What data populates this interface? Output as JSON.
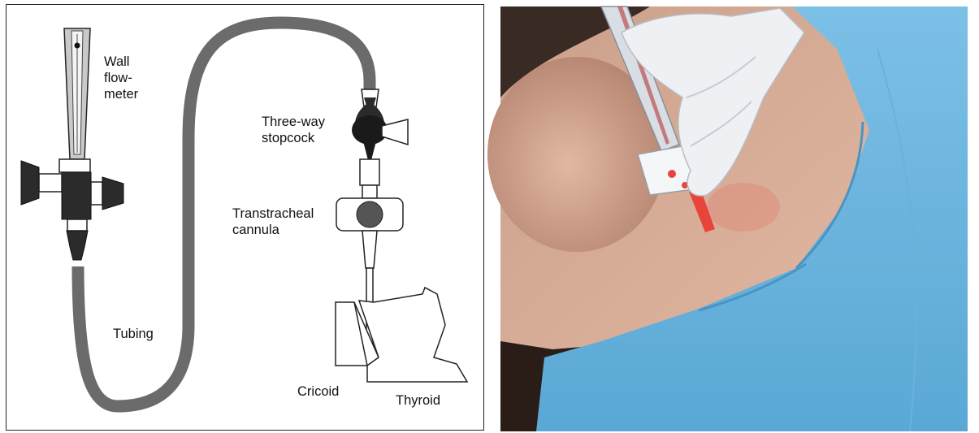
{
  "labels": {
    "wall_flowmeter": "Wall\nflow-\nmeter",
    "three_way_stopcock": "Three-way\nstopcock",
    "transtracheal_cannula": "Transtracheal\ncannula",
    "tubing": "Tubing",
    "cricoid": "Cricoid",
    "thyroid": "Thyroid"
  },
  "colors": {
    "tubing": "#6b6b6b",
    "device_dark": "#2b2b2b",
    "shirt": "#6fb6de",
    "skin": "#d8a890",
    "glove": "#eef0f3",
    "catheter": "#e8443a"
  }
}
